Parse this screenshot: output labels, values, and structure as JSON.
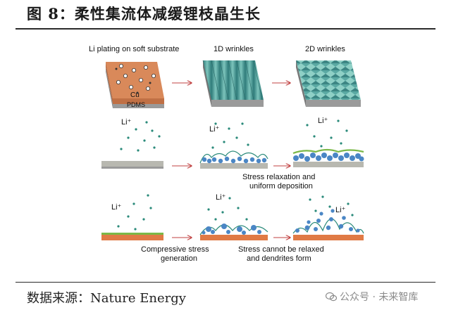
{
  "title": "图 8：柔性集流体减缓锂枝晶生长",
  "source": "数据来源：Nature Energy",
  "watermark": "公众号 · 未来智库",
  "panels": {
    "top_left_label": "Li plating on soft substrate",
    "top_mid_label": "1D wrinkles",
    "top_right_label": "2D wrinkles",
    "cu_label": "Cu",
    "pdms_label": "PDMS",
    "li_ion": "Li⁺",
    "stress_relax_line1": "Stress relaxation and",
    "stress_relax_line2": "uniform deposition",
    "compressive_line1": "Compressive stress",
    "compressive_line2": "generation",
    "cannot_relax_line1": "Stress cannot be relaxed",
    "cannot_relax_line2": "and dendrites form"
  },
  "colors": {
    "cu": "#d9895a",
    "pdms": "#9a9a9a",
    "wrinkle": "#4d9a96",
    "ion": "#2a8a7a",
    "deposit": "#4a86c5",
    "sei": "#7bb848",
    "substrate_gray": "#b8b8b0",
    "substrate_orange": "#e07a45",
    "arrow": "#c04040"
  }
}
